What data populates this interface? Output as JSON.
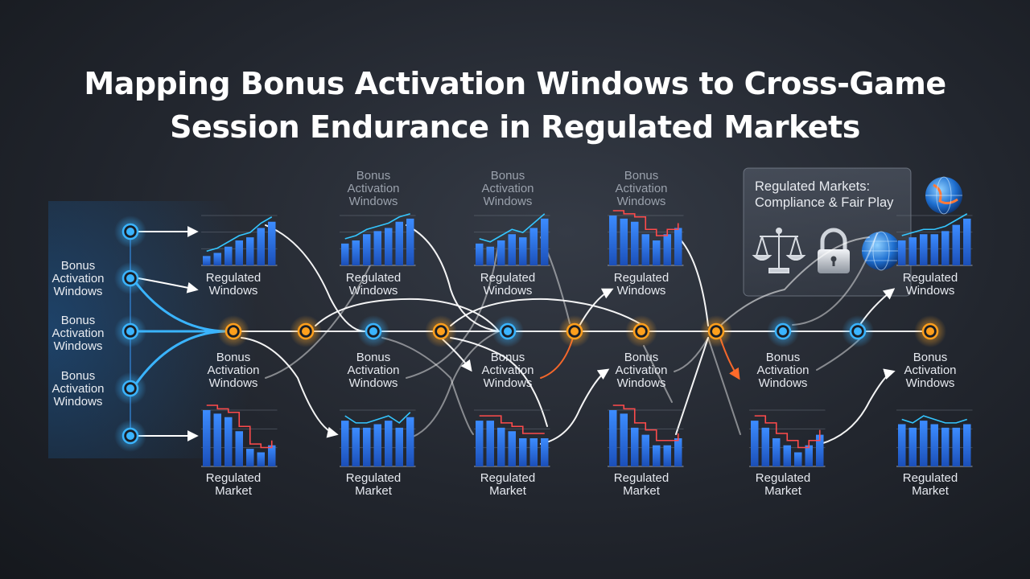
{
  "title": {
    "line1": "Mapping Bonus Activation Windows to Cross-Game",
    "line2": "Session Endurance in Regulated Markets"
  },
  "left_labels": [
    [
      "Bonus",
      "Activation",
      "Windows"
    ],
    [
      "Bonus",
      "Activation",
      "Windows"
    ],
    [
      "Bonus",
      "Activation",
      "Windows"
    ]
  ],
  "top_labels": [
    [
      "Bonus",
      "Activation",
      "Windows"
    ],
    [
      "Bonus",
      "Activation",
      "Windows"
    ],
    [
      "Bonus",
      "Activation",
      "Windows"
    ]
  ],
  "upper_chart_labels": [
    [
      "Regulated",
      "Windows"
    ],
    [
      "Regulated",
      "Windows"
    ],
    [
      "Regulated",
      "Windows"
    ],
    [
      "Regulated",
      "Windows"
    ],
    [
      "Regulated",
      "Windows"
    ]
  ],
  "middle_labels": [
    [
      "Bonus",
      "Activation",
      "Windows"
    ],
    [
      "Bonus",
      "Activation",
      "Windows"
    ],
    [
      "Bonus",
      "Activation",
      "Windows"
    ],
    [
      "Bonus",
      "Activation",
      "Windows"
    ],
    [
      "Bonus",
      "Activation",
      "Windows"
    ],
    [
      "Bonus",
      "Activation",
      "Windows"
    ]
  ],
  "lower_chart_labels": [
    [
      "Regulated",
      "Market"
    ],
    [
      "Regulated",
      "Market"
    ],
    [
      "Regulated",
      "Market"
    ],
    [
      "Regulated",
      "Market"
    ],
    [
      "Regulated",
      "Market"
    ],
    [
      "Regulated",
      "Market"
    ]
  ],
  "panel": {
    "line1": "Regulated Markets:",
    "line2": "Compliance & Fair Play",
    "icons": [
      "scales-icon",
      "lock-icon",
      "globe-icon"
    ]
  },
  "colors": {
    "blue_node": "#3ab4ff",
    "orange_node": "#ff9f1c",
    "bar_blue": "#2d7df0",
    "trend_up": "#34c6ff",
    "trend_down": "#ff4b4b",
    "link": "#ffffff",
    "link_orange": "#ff6a2a"
  },
  "upper_charts": [
    {
      "values": [
        3,
        4,
        6,
        8,
        9,
        12,
        14
      ],
      "trend": "up"
    },
    {
      "values": [
        7,
        8,
        10,
        11,
        12,
        14,
        15
      ],
      "trend": "up"
    },
    {
      "values": [
        7,
        6,
        8,
        10,
        9,
        12,
        15
      ],
      "trend": "up"
    },
    {
      "values": [
        16,
        15,
        14,
        10,
        8,
        10,
        12
      ],
      "trend": "down"
    },
    {
      "values": [
        8,
        9,
        10,
        10,
        11,
        13,
        15
      ],
      "trend": "up"
    }
  ],
  "lower_charts": [
    {
      "values": [
        16,
        15,
        14,
        10,
        5,
        4,
        6
      ],
      "trend": "down"
    },
    {
      "values": [
        13,
        11,
        11,
        12,
        13,
        11,
        14
      ],
      "trend": "up"
    },
    {
      "values": [
        13,
        13,
        11,
        10,
        8,
        8,
        8
      ],
      "trend": "down"
    },
    {
      "values": [
        16,
        15,
        11,
        9,
        6,
        6,
        8
      ],
      "trend": "down"
    },
    {
      "values": [
        13,
        11,
        8,
        6,
        4,
        6,
        9
      ],
      "trend": "down"
    },
    {
      "values": [
        12,
        11,
        13,
        12,
        11,
        11,
        12
      ],
      "trend": "up"
    }
  ]
}
